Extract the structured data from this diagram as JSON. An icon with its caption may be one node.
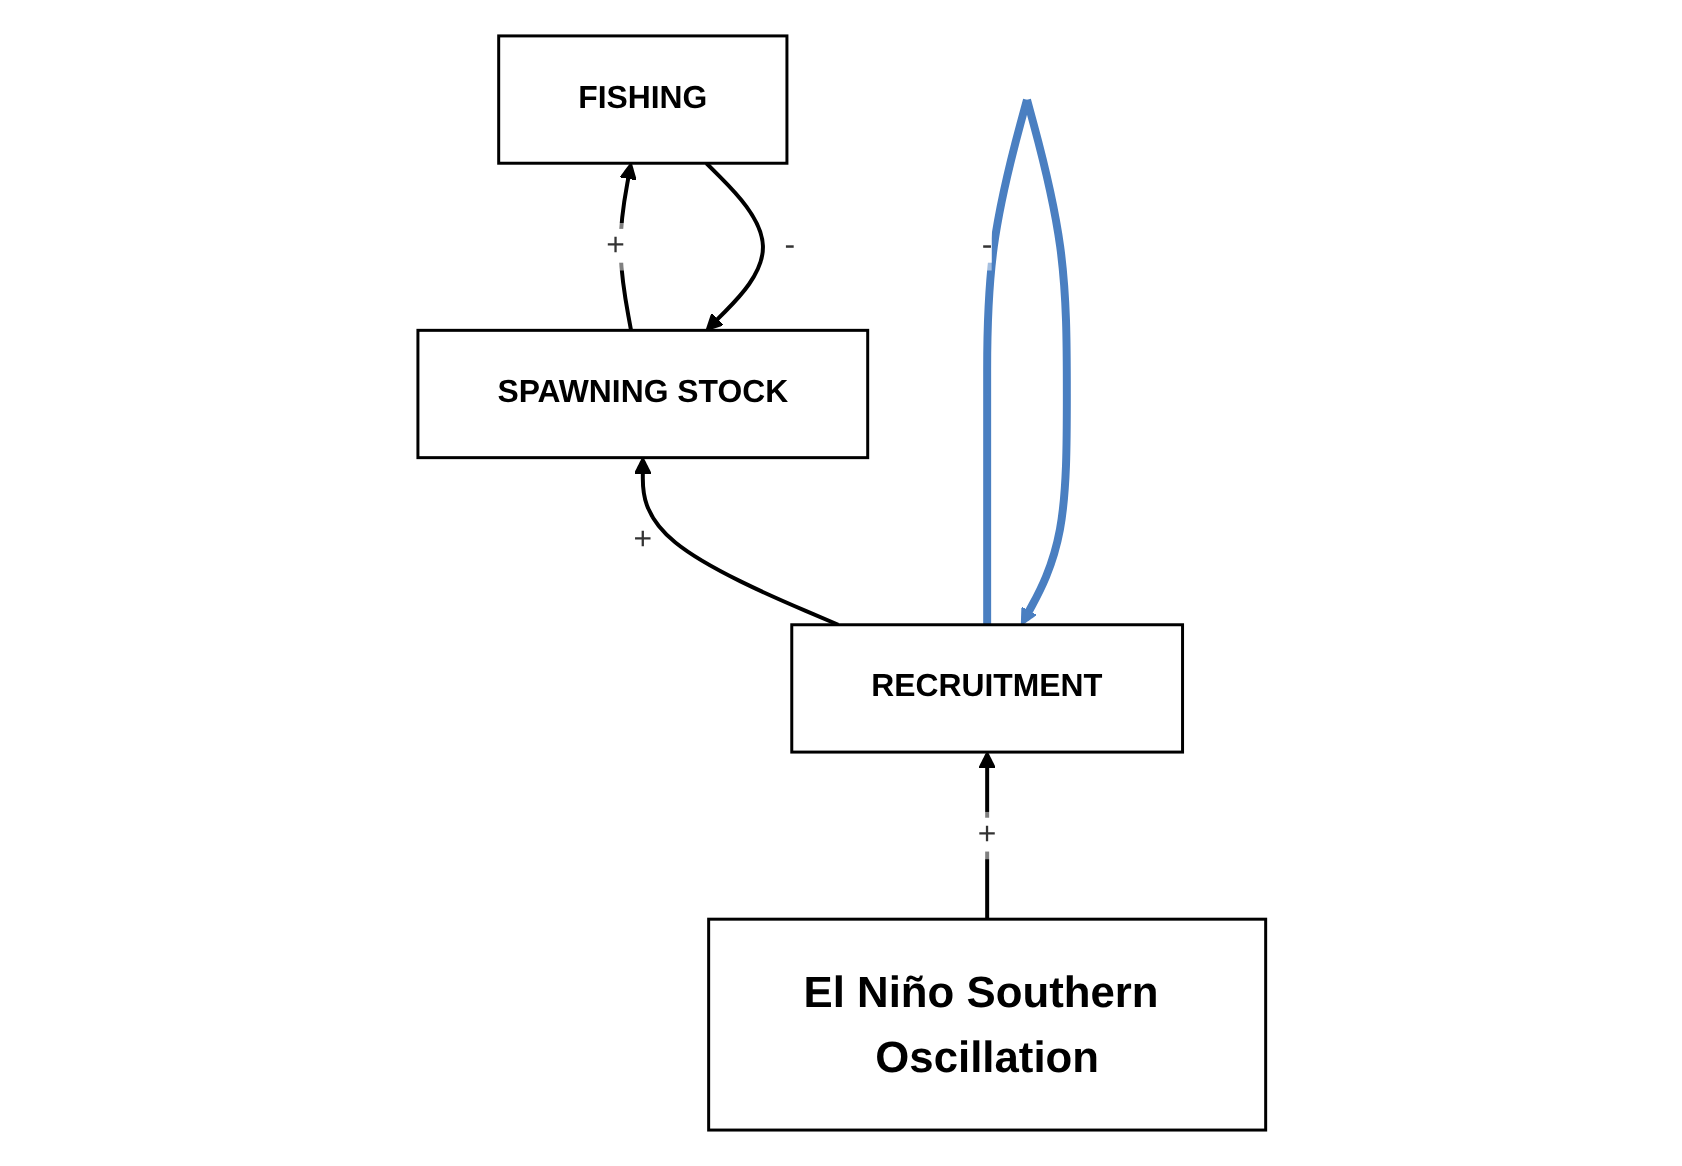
{
  "diagram": {
    "nodes": [
      {
        "text": [
          "SPAWNING STOCK"
        ]
      },
      {
        "text": [
          "FISHING"
        ]
      },
      {
        "text": [
          "RECRUITMENT"
        ]
      },
      {
        "text": [
          "El Niño Southern Oscillation"
        ]
      }
    ],
    "edges": [
      {
        "from": 0,
        "to": 1,
        "arrow": "to",
        "label": "+"
      },
      {
        "from": 1,
        "to": 0,
        "arrow": "to",
        "label": "-"
      },
      {
        "from": 2,
        "to": 0,
        "arrow": "to",
        "label": "+"
      },
      {
        "from": 3,
        "to": 2,
        "arrow": "to",
        "label": "+"
      },
      {
        "from": 2,
        "to": 2,
        "arrow": "to",
        "label": "-",
        "style": "thick",
        "color": "#4a7fc1"
      }
    ]
  }
}
